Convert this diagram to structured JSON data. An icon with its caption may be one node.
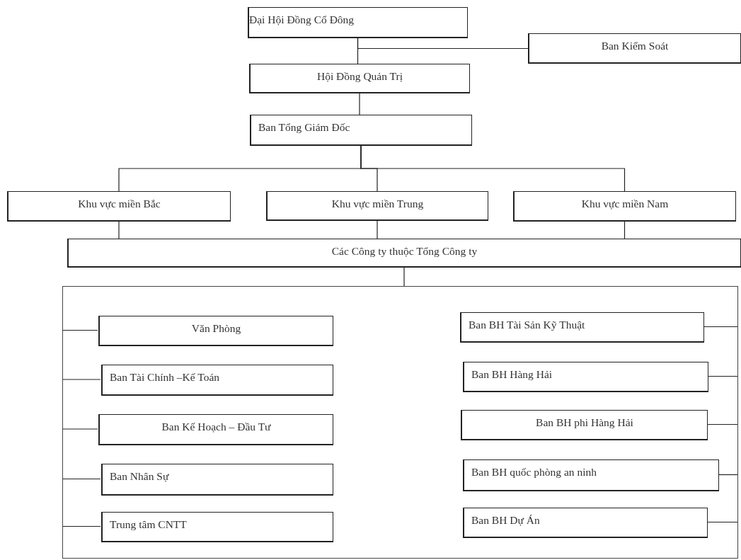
{
  "diagram": {
    "nodes": [
      {
        "text": [
          "Đại Hội Đồng Cổ Đông"
        ]
      },
      {
        "text": [
          "Ban Kiểm Soát"
        ]
      },
      {
        "text": [
          "Hội Đồng Quản Trị"
        ]
      },
      {
        "text": [
          "Ban Tổng Giám Đốc"
        ]
      },
      {
        "text": [
          "Khu vực miền Bắc"
        ]
      },
      {
        "text": [
          "Khu vực miền Trung"
        ]
      },
      {
        "text": [
          "Khu vực miền Nam"
        ]
      },
      {
        "text": [
          "Các Công ty thuộc Tổng Công ty"
        ]
      },
      {
        "text": [],
        "shape": "box"
      },
      {
        "text": [
          "Văn Phòng"
        ],
        "in": 8
      },
      {
        "text": [
          "Ban BH Tài Sản Kỹ Thuật"
        ],
        "in": 8
      },
      {
        "text": [
          "Ban Tài Chính –Kế Toán"
        ],
        "in": 8
      },
      {
        "text": [
          "Ban BH Hàng Hải"
        ],
        "in": 8
      },
      {
        "text": [
          "Ban Kế Hoạch – Đầu Tư"
        ],
        "in": 8
      },
      {
        "text": [
          "Ban BH phi Hàng Hải"
        ],
        "in": 8
      },
      {
        "text": [
          "Ban Nhân Sự"
        ],
        "in": 8
      },
      {
        "text": [
          "Ban BH quốc phòng an ninh"
        ],
        "in": 8
      },
      {
        "text": [
          "Trung tâm CNTT"
        ],
        "in": 8
      },
      {
        "text": [
          "Ban BH Dự Án"
        ],
        "in": 8
      }
    ],
    "edges": [
      {
        "from": 0,
        "to": 1,
        "arrow": "none"
      },
      {
        "from": 0,
        "to": 2,
        "arrow": "none"
      },
      {
        "from": 2,
        "to": 3,
        "arrow": "none"
      },
      {
        "from": 3,
        "to": 4,
        "arrow": "none"
      },
      {
        "from": 3,
        "to": 5,
        "arrow": "none"
      },
      {
        "from": 3,
        "to": 6,
        "arrow": "none"
      },
      {
        "from": 4,
        "to": 7,
        "arrow": "none"
      },
      {
        "from": 5,
        "to": 7,
        "arrow": "none"
      },
      {
        "from": 6,
        "to": 7,
        "arrow": "none"
      },
      {
        "from": 7,
        "to": 8,
        "arrow": "none"
      },
      {
        "from": 8,
        "to": 9,
        "arrow": "none"
      },
      {
        "from": 8,
        "to": 10,
        "arrow": "none"
      },
      {
        "from": 8,
        "to": 11,
        "arrow": "none"
      },
      {
        "from": 8,
        "to": 12,
        "arrow": "none"
      },
      {
        "from": 8,
        "to": 13,
        "arrow": "none"
      },
      {
        "from": 8,
        "to": 14,
        "arrow": "none"
      },
      {
        "from": 8,
        "to": 15,
        "arrow": "none"
      },
      {
        "from": 8,
        "to": 16,
        "arrow": "none"
      },
      {
        "from": 8,
        "to": 17,
        "arrow": "none"
      },
      {
        "from": 8,
        "to": 18,
        "arrow": "none"
      }
    ]
  }
}
